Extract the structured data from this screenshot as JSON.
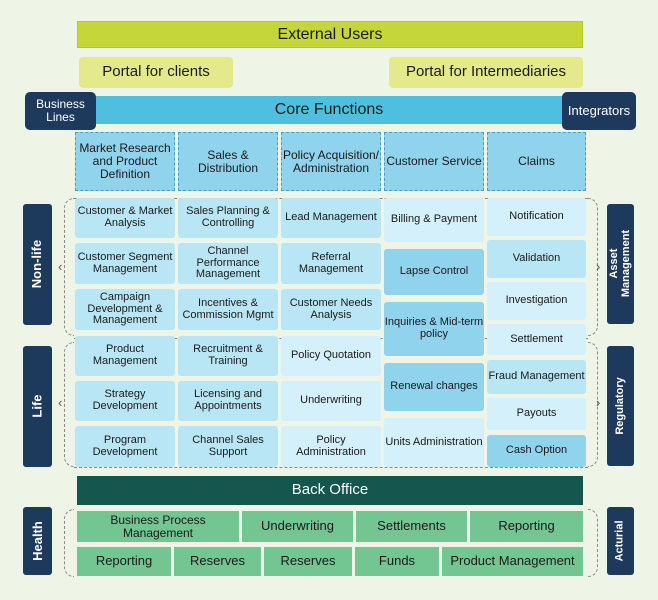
{
  "external_users": "External Users",
  "portal_clients": "Portal for clients",
  "portal_intermediaries": "Portal for Intermediaries",
  "business_lines": "Business Lines",
  "core_functions": "Core Functions",
  "integrators": "Integrators",
  "columns": [
    "Market Research and Product Definition",
    "Sales & Distribution",
    "Policy Acquisition/ Administration",
    "Customer Service",
    "Claims"
  ],
  "col1": [
    "Customer & Market Analysis",
    "Customer Segment Management",
    "Campaign Development & Management",
    "Product Management",
    "Strategy Development",
    "Program Development"
  ],
  "col2": [
    "Sales Planning & Controlling",
    "Channel Performance Management",
    "Incentives & Commission Mgmt",
    "Recruitment & Training",
    "Licensing and Appointments",
    "Channel Sales Support"
  ],
  "col3": [
    "Lead Management",
    "Referral Management",
    "Customer Needs Analysis",
    "Policy Quotation",
    "Underwriting",
    "Policy Administration"
  ],
  "col4": [
    "Billing & Payment",
    "Lapse Control",
    "Inquiries & Mid-term policy",
    "Renewal changes",
    "Units Administration"
  ],
  "col5": [
    "Notification",
    "Validation",
    "Investigation",
    "Settlement",
    "Fraud Management",
    "Payouts",
    "Cash Option"
  ],
  "left_tabs": [
    "Non-life",
    "Life",
    "Health"
  ],
  "right_tabs": [
    "Asset Management",
    "Regulatory",
    "Acturial"
  ],
  "back_office": "Back Office",
  "bo_row1": [
    "Business Process Management",
    "Underwriting",
    "Settlements",
    "Reporting"
  ],
  "bo_row2": [
    "Reporting",
    "Reserves",
    "Reserves",
    "Funds",
    "Product Management"
  ]
}
